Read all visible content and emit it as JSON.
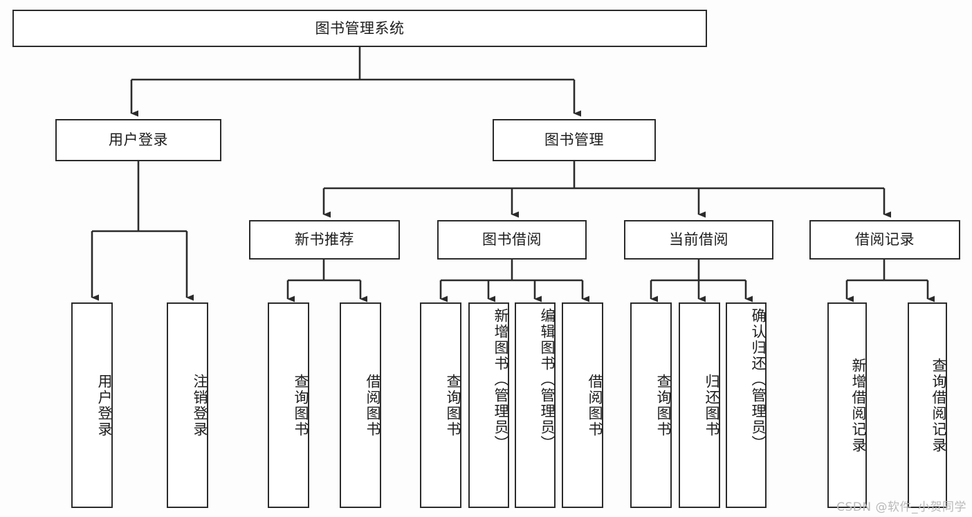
{
  "diagram": {
    "type": "tree",
    "title": "图书管理系统",
    "watermark": "CSDN @软件_小贺同学",
    "colors": {
      "background": "#fdfdfd",
      "node_fill": "#ffffff",
      "node_stroke": "#2b2b2b",
      "edge_stroke": "#2b2b2b",
      "text": "#1d1d1d",
      "watermark": "#b9b9b9"
    },
    "root": {
      "label": "图书管理系统"
    },
    "level2": [
      {
        "label": "用户登录"
      },
      {
        "label": "图书管理"
      }
    ],
    "level3": [
      {
        "label": "新书推荐"
      },
      {
        "label": "图书借阅"
      },
      {
        "label": "当前借阅"
      },
      {
        "label": "借阅记录"
      }
    ],
    "leaves": {
      "user_login": [
        {
          "label": "用户登录"
        },
        {
          "label": "注销登录"
        }
      ],
      "new_book_recommend": [
        {
          "label": "查询图书"
        },
        {
          "label": "借阅图书"
        }
      ],
      "book_borrow": [
        {
          "label": "查询图书"
        },
        {
          "label": "新增图书（管理员）"
        },
        {
          "label": "编辑图书（管理员）"
        },
        {
          "label": "借阅图书"
        }
      ],
      "current_borrow": [
        {
          "label": "查询图书"
        },
        {
          "label": "归还图书"
        },
        {
          "label": "确认归还（管理员）"
        }
      ],
      "borrow_record": [
        {
          "label": "新增借阅记录"
        },
        {
          "label": "查询借阅记录"
        }
      ]
    }
  }
}
